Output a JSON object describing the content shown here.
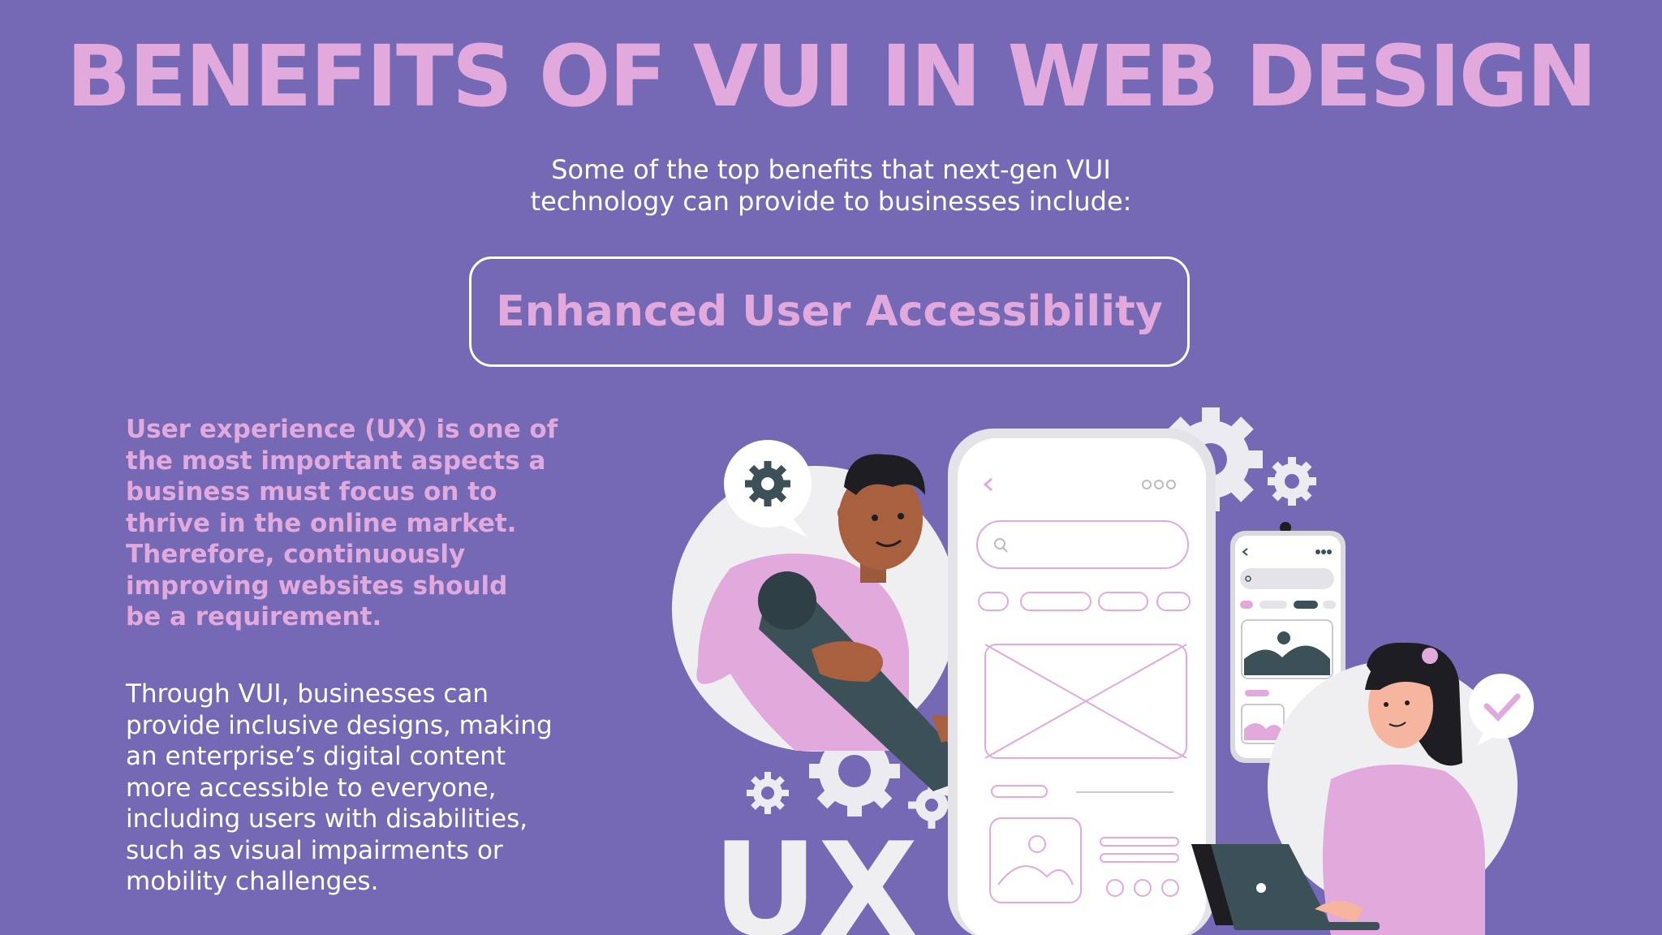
{
  "title": "BENEFITS OF VUI IN WEB DESIGN",
  "subtitle": {
    "line1": "Some of the top benefits that next-gen VUI",
    "line2": "technology can provide to businesses include:"
  },
  "banner": "Enhanced User Accessibility",
  "paragraph1": [
    "User experience (UX) is one of",
    "the most important aspects a",
    "business must focus on to",
    "thrive in the online market.",
    "Therefore, continuously",
    "improving websites should",
    "be a requirement."
  ],
  "paragraph2": [
    "Through VUI, businesses can",
    "provide inclusive designs, making",
    "an enterprise’s digital content",
    "more accessible to everyone,",
    "including users with disabilities,",
    "such as visual impairments or",
    "mobility challenges."
  ],
  "illustration": {
    "ux_label": "UX",
    "icons": [
      "gear-icon",
      "check-icon",
      "search-icon",
      "back-chevron-icon",
      "more-dots-icon",
      "image-placeholder-icon",
      "pencil-icon",
      "laptop-icon"
    ]
  },
  "colors": {
    "background": "#7569b6",
    "accent_pink": "#e2a9dc",
    "white": "#ffffff",
    "dark_teal": "#3b5057"
  }
}
